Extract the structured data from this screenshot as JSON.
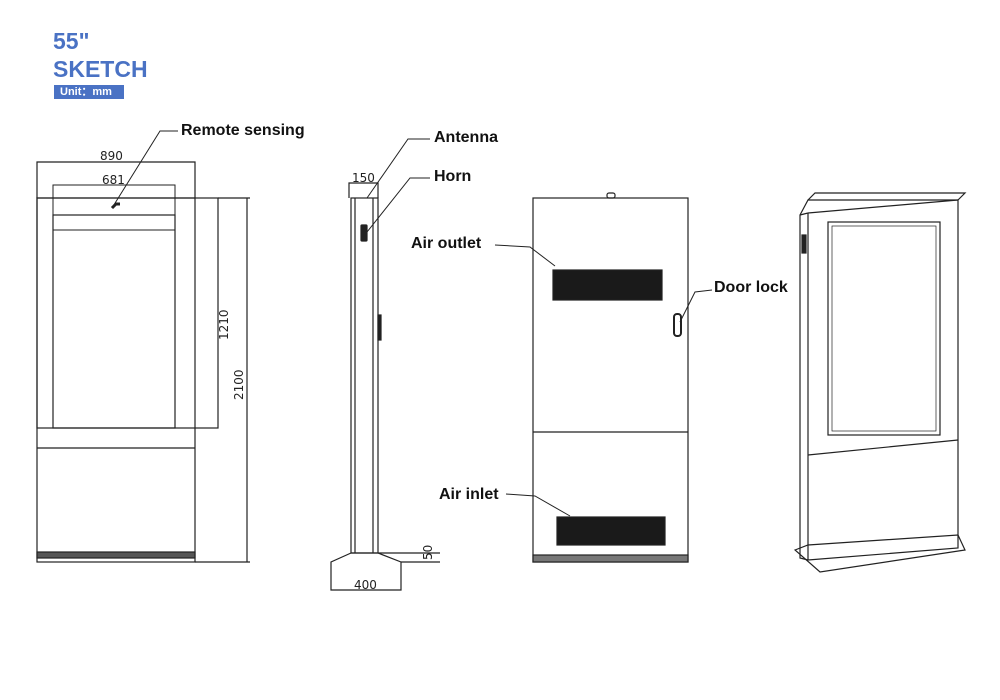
{
  "title": {
    "size": "55\"",
    "name": "SKETCH",
    "unit": "Unit：mm"
  },
  "callouts": {
    "remote_sensing": "Remote sensing",
    "antenna": "Antenna",
    "horn": "Horn",
    "air_outlet": "Air outlet",
    "door_lock": "Door lock",
    "air_inlet": "Air inlet"
  },
  "dimensions": {
    "overall_width": "890",
    "screen_width": "681",
    "screen_height": "1210",
    "overall_height": "2100",
    "depth": "150",
    "base_depth": "400",
    "base_height": "50"
  }
}
